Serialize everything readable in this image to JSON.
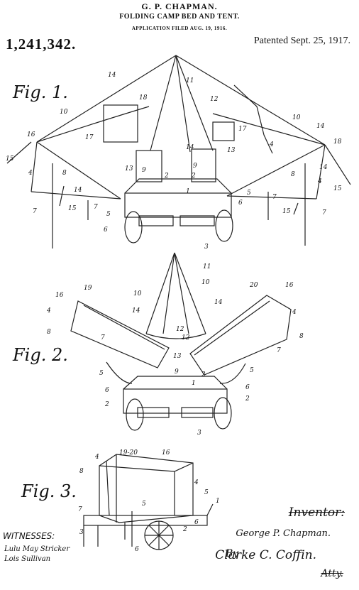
{
  "header": {
    "inventor": "G. P. CHAPMAN.",
    "title": "FOLDING CAMP BED AND TENT.",
    "application": "APPLICATION FILED AUG. 19, 1916.",
    "patent_number": "1,241,342.",
    "patented": "Patented Sept. 25, 1917."
  },
  "figures": {
    "fig1": "Fig. 1.",
    "fig2": "Fig. 2.",
    "fig3": "Fig. 3."
  },
  "fig1_numerals": [
    "14",
    "11",
    "12",
    "18",
    "10",
    "17",
    "10",
    "16",
    "14",
    "17",
    "4",
    "18",
    "15",
    "4",
    "8",
    "13",
    "9",
    "14",
    "13",
    "9",
    "2",
    "2",
    "8",
    "14",
    "4",
    "14",
    "1",
    "5",
    "15",
    "7",
    "5",
    "6",
    "7",
    "6",
    "15",
    "7",
    "3",
    "15",
    "7"
  ],
  "fig2_numerals": [
    "11",
    "16",
    "19",
    "10",
    "10",
    "20",
    "16",
    "4",
    "14",
    "14",
    "4",
    "12",
    "8",
    "7",
    "13",
    "8",
    "12",
    "7",
    "9",
    "2",
    "5",
    "5",
    "1",
    "6",
    "6",
    "2",
    "2",
    "3"
  ],
  "fig3_numerals": [
    "4",
    "19-20",
    "16",
    "8",
    "4",
    "5",
    "1",
    "7",
    "5",
    "6",
    "3",
    "2",
    "6"
  ],
  "witnesses": {
    "label": "WITNESSES:",
    "names": [
      "Lulu May Stricker",
      "Lois Sullivan"
    ]
  },
  "inventor_block": {
    "label": "Inventor:",
    "signature": "George P. Chapman.",
    "by": "By",
    "attorney": "Clarke C. Coffin.",
    "attorney_label": "Atty."
  }
}
